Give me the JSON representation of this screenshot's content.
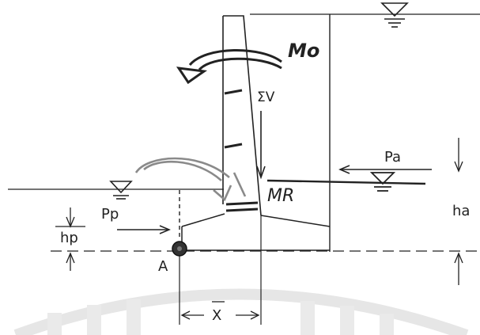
{
  "labels": {
    "overturning_moment": "Mo",
    "resisting_moment": "MR",
    "vertical_sum": "ΣV",
    "active_force": "Pa",
    "passive_force": "Pp",
    "active_height": "ha",
    "passive_height": "hp",
    "toe_point": "A",
    "lever_arm": "X"
  },
  "colors": {
    "ink": "#222222",
    "resisting_arrow": "#8a8a8a",
    "watermark": "#e6e6e6"
  },
  "icons": {
    "water_level": "water-surface-triangle-icon",
    "pivot": "pivot-point-icon"
  }
}
